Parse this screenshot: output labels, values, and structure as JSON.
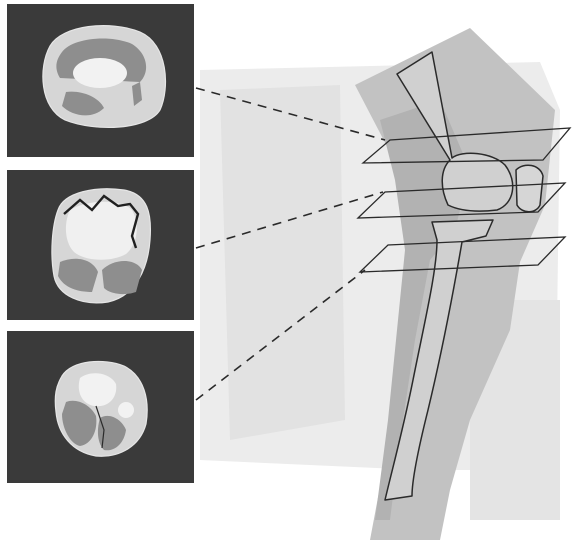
{
  "figure": {
    "panels": [
      {
        "id": "upper",
        "level": "upper-plane"
      },
      {
        "id": "middle",
        "level": "middle-plane"
      },
      {
        "id": "lower",
        "level": "lower-plane"
      }
    ],
    "colors": {
      "panel_background": "#3a3a3a",
      "tissue_light": "#d6d6d6",
      "tissue_dark": "#8e8e8e",
      "tissue_white": "#f2f2f2",
      "leg_shadow": "#bdbdbd",
      "outline": "#2a2a2a"
    }
  }
}
